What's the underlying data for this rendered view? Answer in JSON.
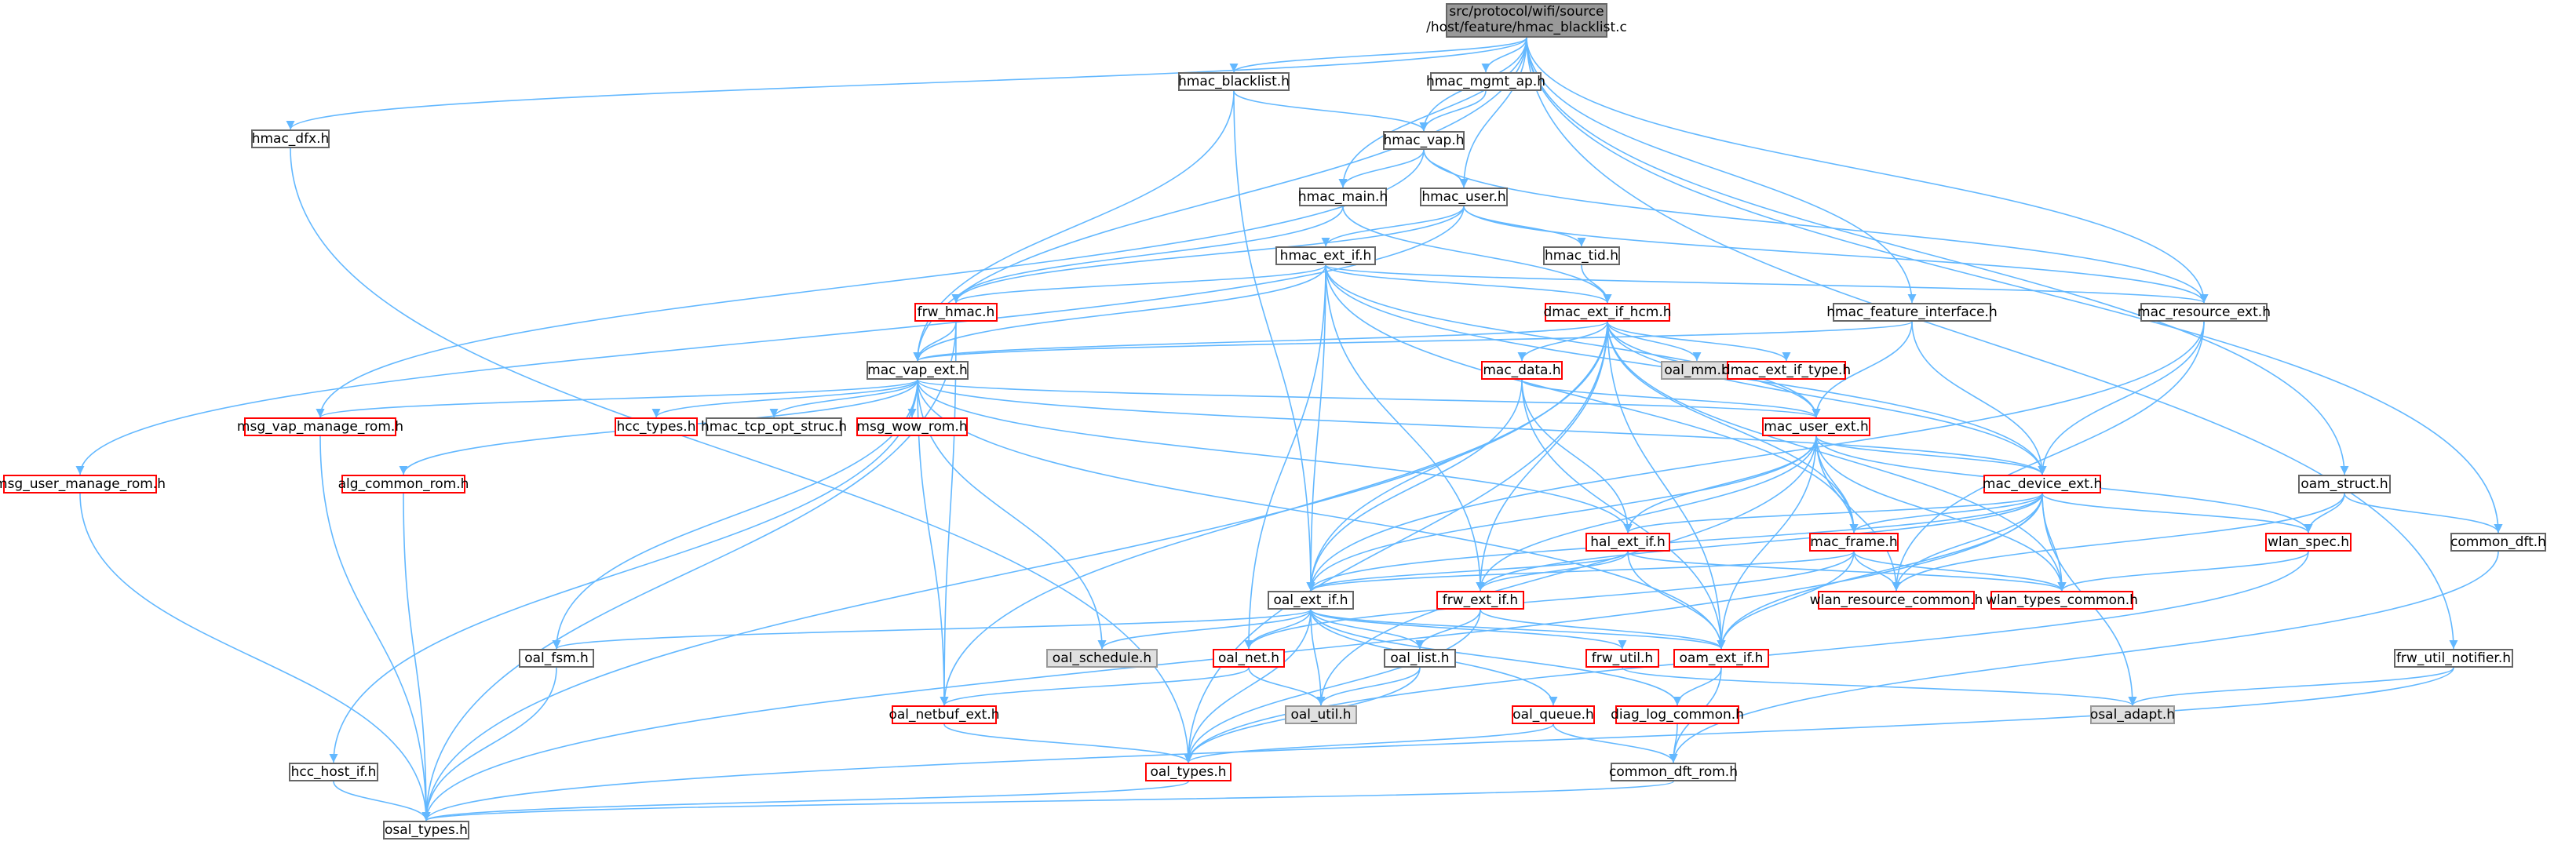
{
  "colors": {
    "edge": "#63b8ff",
    "node_border": "#666666",
    "highlight_border": "#ff0000",
    "root_fill": "#999999",
    "external_fill": "#e0e0e0"
  },
  "icons": {
    "arrowhead": "arrowhead-icon"
  },
  "nodes": {
    "root": {
      "line1": "src/protocol/wifi/source",
      "line2": "/host/feature/hmac_blacklist.c"
    },
    "hmac_blacklist_h": "hmac_blacklist.h",
    "hmac_mgmt_ap_h": "hmac_mgmt_ap.h",
    "hmac_dfx_h": "hmac_dfx.h",
    "hmac_vap_h": "hmac_vap.h",
    "hmac_main_h": "hmac_main.h",
    "hmac_user_h": "hmac_user.h",
    "hmac_tid_h": "hmac_tid.h",
    "hmac_ext_if_h": "hmac_ext_if.h",
    "frw_hmac_h": "frw_hmac.h",
    "dmac_ext_if_hcm_h": "dmac_ext_if_hcm.h",
    "hmac_feature_interface_h": "hmac_feature_interface.h",
    "mac_resource_ext_h": "mac_resource_ext.h",
    "mac_vap_ext_h": "mac_vap_ext.h",
    "oal_mm_h": "oal_mm.h",
    "dmac_ext_if_type_h": "dmac_ext_if_type.h",
    "mac_data_h": "mac_data.h",
    "msg_vap_manage_rom_h": "msg_vap_manage_rom.h",
    "hcc_types_h": "hcc_types.h",
    "hmac_tcp_opt_struc_h": "hmac_tcp_opt_struc.h",
    "msg_wow_rom_h": "msg_wow_rom.h",
    "mac_user_ext_h": "mac_user_ext.h",
    "msg_user_manage_rom_h": "msg_user_manage_rom.h",
    "alg_common_rom_h": "alg_common_rom.h",
    "mac_device_ext_h": "mac_device_ext.h",
    "oam_struct_h": "oam_struct.h",
    "hal_ext_if_h": "hal_ext_if.h",
    "mac_frame_h": "mac_frame.h",
    "wlan_spec_h": "wlan_spec.h",
    "common_dft_h": "common_dft.h",
    "oal_ext_if_h": "oal_ext_if.h",
    "frw_ext_if_h": "frw_ext_if.h",
    "wlan_resource_common_h": "wlan_resource_common.h",
    "wlan_types_common_h": "wlan_types_common.h",
    "oal_fsm_h": "oal_fsm.h",
    "oal_schedule_h": "oal_schedule.h",
    "oal_net_h": "oal_net.h",
    "oal_list_h": "oal_list.h",
    "frw_util_h": "frw_util.h",
    "oam_ext_if_h": "oam_ext_if.h",
    "frw_util_notifier_h": "frw_util_notifier.h",
    "oal_util_h": "oal_util.h",
    "osal_adapt_h": "osal_adapt.h",
    "oal_netbuf_ext_h": "oal_netbuf_ext.h",
    "oal_queue_h": "oal_queue.h",
    "diag_log_common_h": "diag_log_common.h",
    "hcc_host_if_h": "hcc_host_if.h",
    "oal_types_h": "oal_types.h",
    "common_dft_rom_h": "common_dft_rom.h",
    "osal_types_h": "osal_types.h"
  },
  "edges": [
    [
      "root",
      "hmac_blacklist_h"
    ],
    [
      "root",
      "hmac_mgmt_ap_h"
    ],
    [
      "root",
      "hmac_dfx_h"
    ],
    [
      "root",
      "hmac_vap_h"
    ],
    [
      "root",
      "hmac_main_h"
    ],
    [
      "root",
      "hmac_user_h"
    ],
    [
      "root",
      "mac_vap_ext_h"
    ],
    [
      "root",
      "hmac_feature_interface_h"
    ],
    [
      "root",
      "mac_resource_ext_h"
    ],
    [
      "root",
      "oam_struct_h"
    ],
    [
      "root",
      "common_dft_h"
    ],
    [
      "root",
      "frw_util_notifier_h"
    ],
    [
      "hmac_blacklist_h",
      "hmac_vap_h"
    ],
    [
      "hmac_blacklist_h",
      "mac_vap_ext_h"
    ],
    [
      "hmac_blacklist_h",
      "oal_ext_if_h"
    ],
    [
      "hmac_mgmt_ap_h",
      "hmac_vap_h"
    ],
    [
      "hmac_dfx_h",
      "oal_types_h"
    ],
    [
      "hmac_vap_h",
      "hmac_main_h"
    ],
    [
      "hmac_vap_h",
      "hmac_user_h"
    ],
    [
      "hmac_vap_h",
      "msg_vap_manage_rom_h"
    ],
    [
      "hmac_vap_h",
      "mac_resource_ext_h"
    ],
    [
      "hmac_main_h",
      "frw_hmac_h"
    ],
    [
      "hmac_main_h",
      "dmac_ext_if_hcm_h"
    ],
    [
      "hmac_user_h",
      "hmac_ext_if_h"
    ],
    [
      "hmac_user_h",
      "hmac_tid_h"
    ],
    [
      "hmac_user_h",
      "frw_hmac_h"
    ],
    [
      "hmac_user_h",
      "mac_resource_ext_h"
    ],
    [
      "hmac_user_h",
      "msg_user_manage_rom_h"
    ],
    [
      "hmac_tid_h",
      "dmac_ext_if_hcm_h"
    ],
    [
      "hmac_ext_if_h",
      "frw_hmac_h"
    ],
    [
      "hmac_ext_if_h",
      "dmac_ext_if_hcm_h"
    ],
    [
      "hmac_ext_if_h",
      "mac_resource_ext_h"
    ],
    [
      "hmac_ext_if_h",
      "mac_vap_ext_h"
    ],
    [
      "hmac_ext_if_h",
      "mac_user_ext_h"
    ],
    [
      "hmac_ext_if_h",
      "mac_device_ext_h"
    ],
    [
      "hmac_ext_if_h",
      "oal_ext_if_h"
    ],
    [
      "hmac_ext_if_h",
      "frw_ext_if_h"
    ],
    [
      "hmac_ext_if_h",
      "oal_net_h"
    ],
    [
      "hmac_ext_if_h",
      "mac_frame_h"
    ],
    [
      "frw_hmac_h",
      "mac_vap_ext_h"
    ],
    [
      "frw_hmac_h",
      "osal_types_h"
    ],
    [
      "frw_hmac_h",
      "oal_netbuf_ext_h"
    ],
    [
      "dmac_ext_if_hcm_h",
      "mac_vap_ext_h"
    ],
    [
      "dmac_ext_if_hcm_h",
      "oal_mm_h"
    ],
    [
      "dmac_ext_if_hcm_h",
      "dmac_ext_if_type_h"
    ],
    [
      "dmac_ext_if_hcm_h",
      "mac_data_h"
    ],
    [
      "dmac_ext_if_hcm_h",
      "mac_user_ext_h"
    ],
    [
      "dmac_ext_if_hcm_h",
      "mac_device_ext_h"
    ],
    [
      "dmac_ext_if_hcm_h",
      "oal_ext_if_h"
    ],
    [
      "dmac_ext_if_hcm_h",
      "frw_ext_if_h"
    ],
    [
      "dmac_ext_if_hcm_h",
      "mac_frame_h"
    ],
    [
      "dmac_ext_if_hcm_h",
      "wlan_types_common_h"
    ],
    [
      "dmac_ext_if_hcm_h",
      "oal_netbuf_ext_h"
    ],
    [
      "dmac_ext_if_hcm_h",
      "oal_types_h"
    ],
    [
      "dmac_ext_if_hcm_h",
      "oam_ext_if_h"
    ],
    [
      "dmac_ext_if_hcm_h",
      "osal_types_h"
    ],
    [
      "hmac_feature_interface_h",
      "mac_vap_ext_h"
    ],
    [
      "hmac_feature_interface_h",
      "mac_user_ext_h"
    ],
    [
      "hmac_feature_interface_h",
      "mac_device_ext_h"
    ],
    [
      "mac_resource_ext_h",
      "mac_device_ext_h"
    ],
    [
      "mac_resource_ext_h",
      "oal_ext_if_h"
    ],
    [
      "mac_resource_ext_h",
      "wlan_resource_common_h"
    ],
    [
      "mac_vap_ext_h",
      "msg_vap_manage_rom_h"
    ],
    [
      "mac_vap_ext_h",
      "hcc_types_h"
    ],
    [
      "mac_vap_ext_h",
      "hmac_tcp_opt_struc_h"
    ],
    [
      "mac_vap_ext_h",
      "msg_wow_rom_h"
    ],
    [
      "mac_vap_ext_h",
      "mac_user_ext_h"
    ],
    [
      "mac_vap_ext_h",
      "alg_common_rom_h"
    ],
    [
      "mac_vap_ext_h",
      "mac_device_ext_h"
    ],
    [
      "mac_vap_ext_h",
      "hal_ext_if_h"
    ],
    [
      "mac_vap_ext_h",
      "oal_fsm_h"
    ],
    [
      "mac_vap_ext_h",
      "hcc_host_if_h"
    ],
    [
      "mac_vap_ext_h",
      "oal_schedule_h"
    ],
    [
      "mac_vap_ext_h",
      "oam_ext_if_h"
    ],
    [
      "mac_vap_ext_h",
      "oal_netbuf_ext_h"
    ],
    [
      "mac_data_h",
      "mac_user_ext_h"
    ],
    [
      "mac_data_h",
      "oal_ext_if_h"
    ],
    [
      "mac_data_h",
      "hal_ext_if_h"
    ],
    [
      "mac_data_h",
      "oam_ext_if_h"
    ],
    [
      "mac_user_ext_h",
      "mac_device_ext_h"
    ],
    [
      "mac_user_ext_h",
      "hal_ext_if_h"
    ],
    [
      "mac_user_ext_h",
      "mac_frame_h"
    ],
    [
      "mac_user_ext_h",
      "wlan_spec_h"
    ],
    [
      "mac_user_ext_h",
      "oal_ext_if_h"
    ],
    [
      "mac_user_ext_h",
      "frw_ext_if_h"
    ],
    [
      "mac_user_ext_h",
      "wlan_resource_common_h"
    ],
    [
      "mac_user_ext_h",
      "wlan_types_common_h"
    ],
    [
      "mac_user_ext_h",
      "oam_ext_if_h"
    ],
    [
      "mac_user_ext_h",
      "oal_util_h"
    ],
    [
      "msg_vap_manage_rom_h",
      "osal_types_h"
    ],
    [
      "msg_user_manage_rom_h",
      "osal_types_h"
    ],
    [
      "alg_common_rom_h",
      "osal_types_h"
    ],
    [
      "mac_device_ext_h",
      "hal_ext_if_h"
    ],
    [
      "mac_device_ext_h",
      "mac_frame_h"
    ],
    [
      "mac_device_ext_h",
      "wlan_spec_h"
    ],
    [
      "mac_device_ext_h",
      "oal_ext_if_h"
    ],
    [
      "mac_device_ext_h",
      "frw_ext_if_h"
    ],
    [
      "mac_device_ext_h",
      "wlan_resource_common_h"
    ],
    [
      "mac_device_ext_h",
      "wlan_types_common_h"
    ],
    [
      "mac_device_ext_h",
      "oam_ext_if_h"
    ],
    [
      "mac_device_ext_h",
      "osal_adapt_h"
    ],
    [
      "mac_device_ext_h",
      "osal_types_h"
    ],
    [
      "oam_struct_h",
      "wlan_spec_h"
    ],
    [
      "oam_struct_h",
      "common_dft_h"
    ],
    [
      "oam_struct_h",
      "wlan_resource_common_h"
    ],
    [
      "hal_ext_if_h",
      "oal_ext_if_h"
    ],
    [
      "hal_ext_if_h",
      "frw_ext_if_h"
    ],
    [
      "hal_ext_if_h",
      "wlan_types_common_h"
    ],
    [
      "hal_ext_if_h",
      "oam_ext_if_h"
    ],
    [
      "mac_frame_h",
      "oal_ext_if_h"
    ],
    [
      "mac_frame_h",
      "wlan_resource_common_h"
    ],
    [
      "mac_frame_h",
      "wlan_types_common_h"
    ],
    [
      "mac_frame_h",
      "oam_ext_if_h"
    ],
    [
      "mac_frame_h",
      "oal_net_h"
    ],
    [
      "wlan_spec_h",
      "wlan_types_common_h"
    ],
    [
      "wlan_spec_h",
      "oal_types_h"
    ],
    [
      "common_dft_h",
      "common_dft_rom_h"
    ],
    [
      "oal_ext_if_h",
      "oal_fsm_h"
    ],
    [
      "oal_ext_if_h",
      "oal_schedule_h"
    ],
    [
      "oal_ext_if_h",
      "oal_net_h"
    ],
    [
      "oal_ext_if_h",
      "oal_list_h"
    ],
    [
      "oal_ext_if_h",
      "frw_util_h"
    ],
    [
      "oal_ext_if_h",
      "oam_ext_if_h"
    ],
    [
      "oal_ext_if_h",
      "oal_util_h"
    ],
    [
      "oal_ext_if_h",
      "oal_queue_h"
    ],
    [
      "oal_ext_if_h",
      "diag_log_common_h"
    ],
    [
      "oal_ext_if_h",
      "oal_types_h"
    ],
    [
      "frw_ext_if_h",
      "oal_list_h"
    ],
    [
      "frw_ext_if_h",
      "oam_ext_if_h"
    ],
    [
      "frw_ext_if_h",
      "oal_types_h"
    ],
    [
      "oal_fsm_h",
      "osal_types_h"
    ],
    [
      "oal_net_h",
      "oal_netbuf_ext_h"
    ],
    [
      "oal_net_h",
      "oal_util_h"
    ],
    [
      "oal_list_h",
      "oal_util_h"
    ],
    [
      "oal_list_h",
      "oal_types_h"
    ],
    [
      "frw_util_h",
      "osal_adapt_h"
    ],
    [
      "oam_ext_if_h",
      "diag_log_common_h"
    ],
    [
      "oam_ext_if_h",
      "common_dft_rom_h"
    ],
    [
      "frw_util_notifier_h",
      "osal_adapt_h"
    ],
    [
      "frw_util_notifier_h",
      "osal_types_h"
    ],
    [
      "oal_netbuf_ext_h",
      "oal_types_h"
    ],
    [
      "oal_queue_h",
      "oal_types_h"
    ],
    [
      "oal_queue_h",
      "common_dft_rom_h"
    ],
    [
      "diag_log_common_h",
      "common_dft_rom_h"
    ],
    [
      "hcc_host_if_h",
      "osal_types_h"
    ],
    [
      "oal_types_h",
      "osal_types_h"
    ],
    [
      "common_dft_rom_h",
      "osal_types_h"
    ]
  ]
}
